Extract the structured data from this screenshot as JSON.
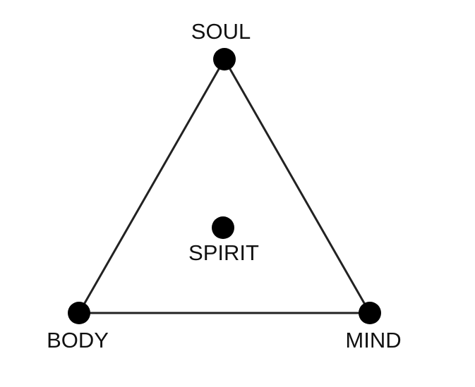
{
  "diagram": {
    "nodes": {
      "top": {
        "label": "SOUL"
      },
      "center": {
        "label": "SPIRIT"
      },
      "bottom_left": {
        "label": "BODY"
      },
      "bottom_right": {
        "label": "MIND"
      }
    },
    "colors": {
      "line": "#222222",
      "node": "#000000",
      "text": "#111111",
      "background": "#ffffff"
    }
  }
}
